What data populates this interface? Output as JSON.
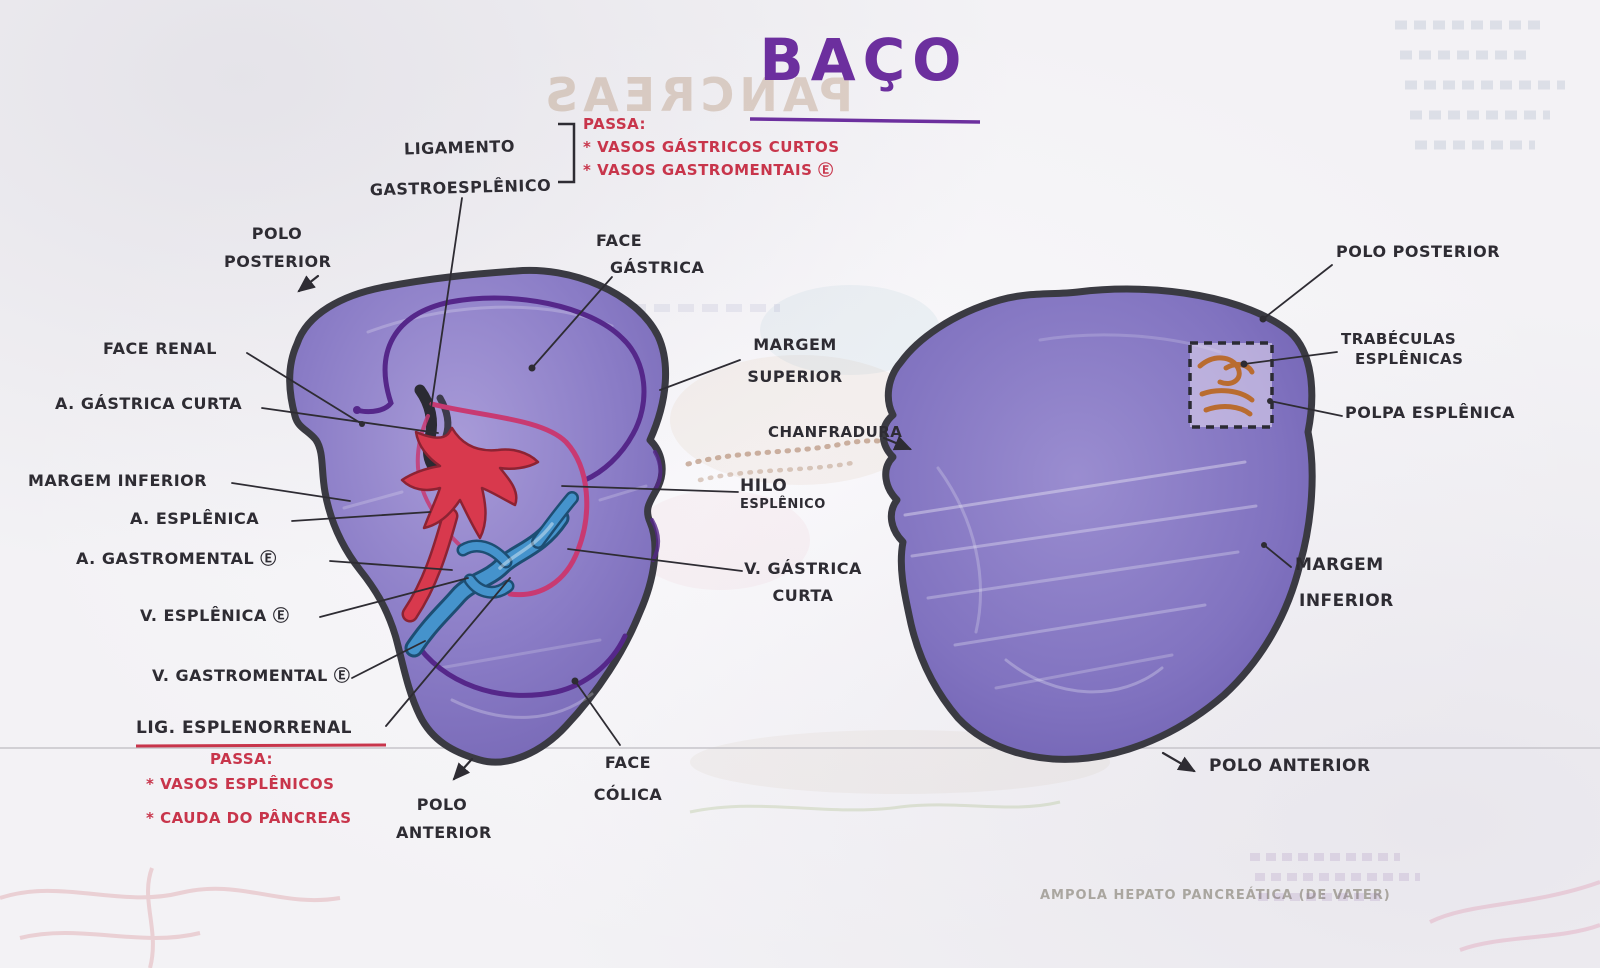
{
  "title": {
    "text": "BAÇO"
  },
  "annotations": {
    "ligament": {
      "line1": "LIGAMENTO",
      "line2": "GASTROESPLÊNICO"
    },
    "passa_top": {
      "heading": "PASSA:",
      "items": [
        "* VASOS GÁSTRICOS CURTOS",
        "* VASOS GASTROMENTAIS Ⓔ"
      ]
    },
    "passa_bottom": {
      "heading": "PASSA:",
      "items": [
        "* VASOS ESPLÊNICOS",
        "* CAUDA DO PÂNCREAS"
      ]
    }
  },
  "left_figure_labels": {
    "polo_posterior": {
      "line1": "POLO",
      "line2": "POSTERIOR"
    },
    "face_gastrica": {
      "line1": "FACE",
      "line2": "GÁSTRICA"
    },
    "face_renal": "FACE RENAL",
    "a_gastrica_curta": "A. GÁSTRICA CURTA",
    "margem_inferior": "MARGEM INFERIOR",
    "a_esplenica": "A. ESPLÊNICA",
    "a_gastromental": "A. GASTROMENTAL Ⓔ",
    "v_esplenica": "V. ESPLÊNICA Ⓔ",
    "v_gastromental": "V. GASTROMENTAL Ⓔ",
    "lig_esplenorrenal": "LIG. ESPLENORRENAL",
    "polo_anterior": {
      "line1": "POLO",
      "line2": "ANTERIOR"
    },
    "face_colica": {
      "line1": "FACE",
      "line2": "CÓLICA"
    }
  },
  "middle_labels": {
    "margem_superior": {
      "line1": "MARGEM",
      "line2": "SUPERIOR"
    },
    "chanfradura": "CHANFRADURA",
    "hilo_esplenico": {
      "line1": "HILO",
      "line2": "ESPLÊNICO"
    },
    "v_gastrica_curta": {
      "line1": "V. GÁSTRICA",
      "line2": "CURTA"
    }
  },
  "right_figure_labels": {
    "polo_posterior": "POLO POSTERIOR",
    "trabeculas_esplenicas": {
      "line1": "TRABÉCULAS",
      "line2": "ESPLÊNICAS"
    },
    "polpa_esplenica": "POLPA ESPLÊNICA",
    "margem_inferior": {
      "line1": "MARGEM",
      "line2": "INFERIOR"
    },
    "polo_anterior": "POLO ANTERIOR"
  },
  "bleed_through": {
    "pancreas_title": "PANCREAS",
    "ampola_caption": "AMPOLA HEPATO PANCREÁTICA (DE VATER)"
  },
  "colors": {
    "title_purple": "#6c2f9e",
    "ink_black": "#2e2c33",
    "note_red": "#c8354b",
    "spleen_purple": "#8a7cc6",
    "outline_dark": "#3a3a42",
    "inner_purple": "#55278a",
    "artery_red": "#d8394d",
    "vein_blue": "#4593cc",
    "hilum_magenta": "#c83a72",
    "trabecula_orange": "#b96c30"
  }
}
